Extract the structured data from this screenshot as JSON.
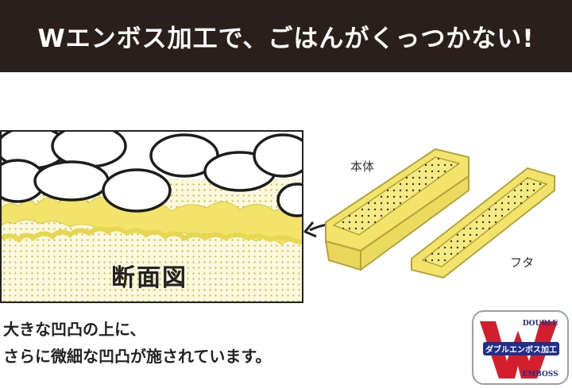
{
  "banner": {
    "title": "Wエンボス加工で、ごはんがくっつかない!"
  },
  "cross_section": {
    "label": "断面図"
  },
  "illustration": {
    "body_label": "本体",
    "lid_label": "フタ"
  },
  "caption": {
    "line1": "大きな凹凸の上に、",
    "line2": "さらに微細な凹凸が施されています。"
  },
  "badge": {
    "top_text": "DOUBLE",
    "middle_text": "ダブルエンボス加工",
    "bottom_text": "EMBOSS"
  },
  "colors": {
    "banner_bg": "#2b1f1c",
    "yellow": "#f2e46a",
    "dots": "#c9b52e",
    "badge_red": "#d31f2b",
    "badge_blue": "#1f2f8a"
  }
}
